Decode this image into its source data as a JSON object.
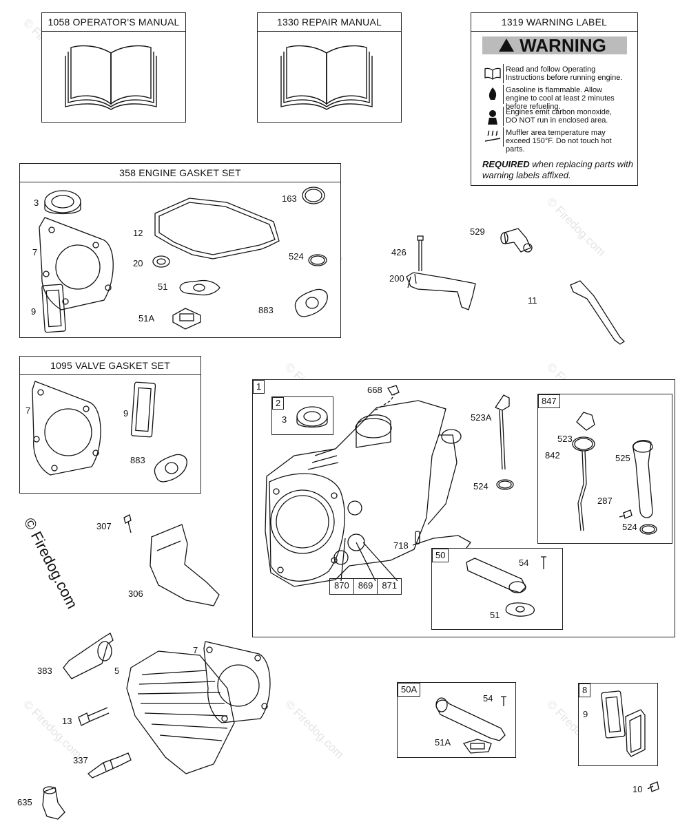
{
  "manuals": {
    "operator": "1058 OPERATOR'S MANUAL",
    "repair": "1330 REPAIR MANUAL"
  },
  "warning_label": {
    "title": "1319 WARNING LABEL",
    "heading": "WARNING",
    "lines": [
      "Read and follow Operating Instructions before running engine.",
      "Gasoline is flammable. Allow engine to cool at least 2 minutes before refueling.",
      "Engines emit carbon monoxide, DO NOT run in enclosed area.",
      "Muffler area temperature may exceed 150°F. Do not touch hot parts."
    ],
    "required_bold": "REQUIRED",
    "required_rest": " when replacing parts with warning labels affixed."
  },
  "engine_gasket_set": {
    "title": "358 ENGINE GASKET SET",
    "parts": [
      "3",
      "7",
      "9",
      "12",
      "20",
      "51",
      "51A",
      "163",
      "524",
      "883"
    ]
  },
  "valve_gasket_set": {
    "title": "1095 VALVE GASKET SET",
    "parts": [
      "7",
      "9",
      "883"
    ]
  },
  "top_right_parts": [
    "426",
    "529",
    "200",
    "11"
  ],
  "cylinder_assembly": {
    "tag": "1",
    "sub2_tag": "2",
    "sub2_part": "3",
    "parts": [
      "668",
      "523A",
      "524",
      "718"
    ],
    "bottom_tags": [
      "870",
      "869",
      "871"
    ],
    "box_847": {
      "tag": "847",
      "parts": [
        "523",
        "842",
        "525",
        "287",
        "524"
      ]
    },
    "box_50": {
      "tag": "50",
      "parts": [
        "54",
        "51"
      ]
    }
  },
  "left_parts": [
    "307",
    "306",
    "383",
    "5",
    "7",
    "13",
    "337",
    "635"
  ],
  "box_50A": {
    "tag": "50A",
    "parts": [
      "54",
      "51A"
    ]
  },
  "box_8": {
    "tag": "8",
    "parts": [
      "9"
    ]
  },
  "loose_part": "10",
  "watermark": "© Firedog.com",
  "colors": {
    "ink": "#111111",
    "watermark": "#e4e4e4",
    "warning_band": "#bbbbbb"
  }
}
